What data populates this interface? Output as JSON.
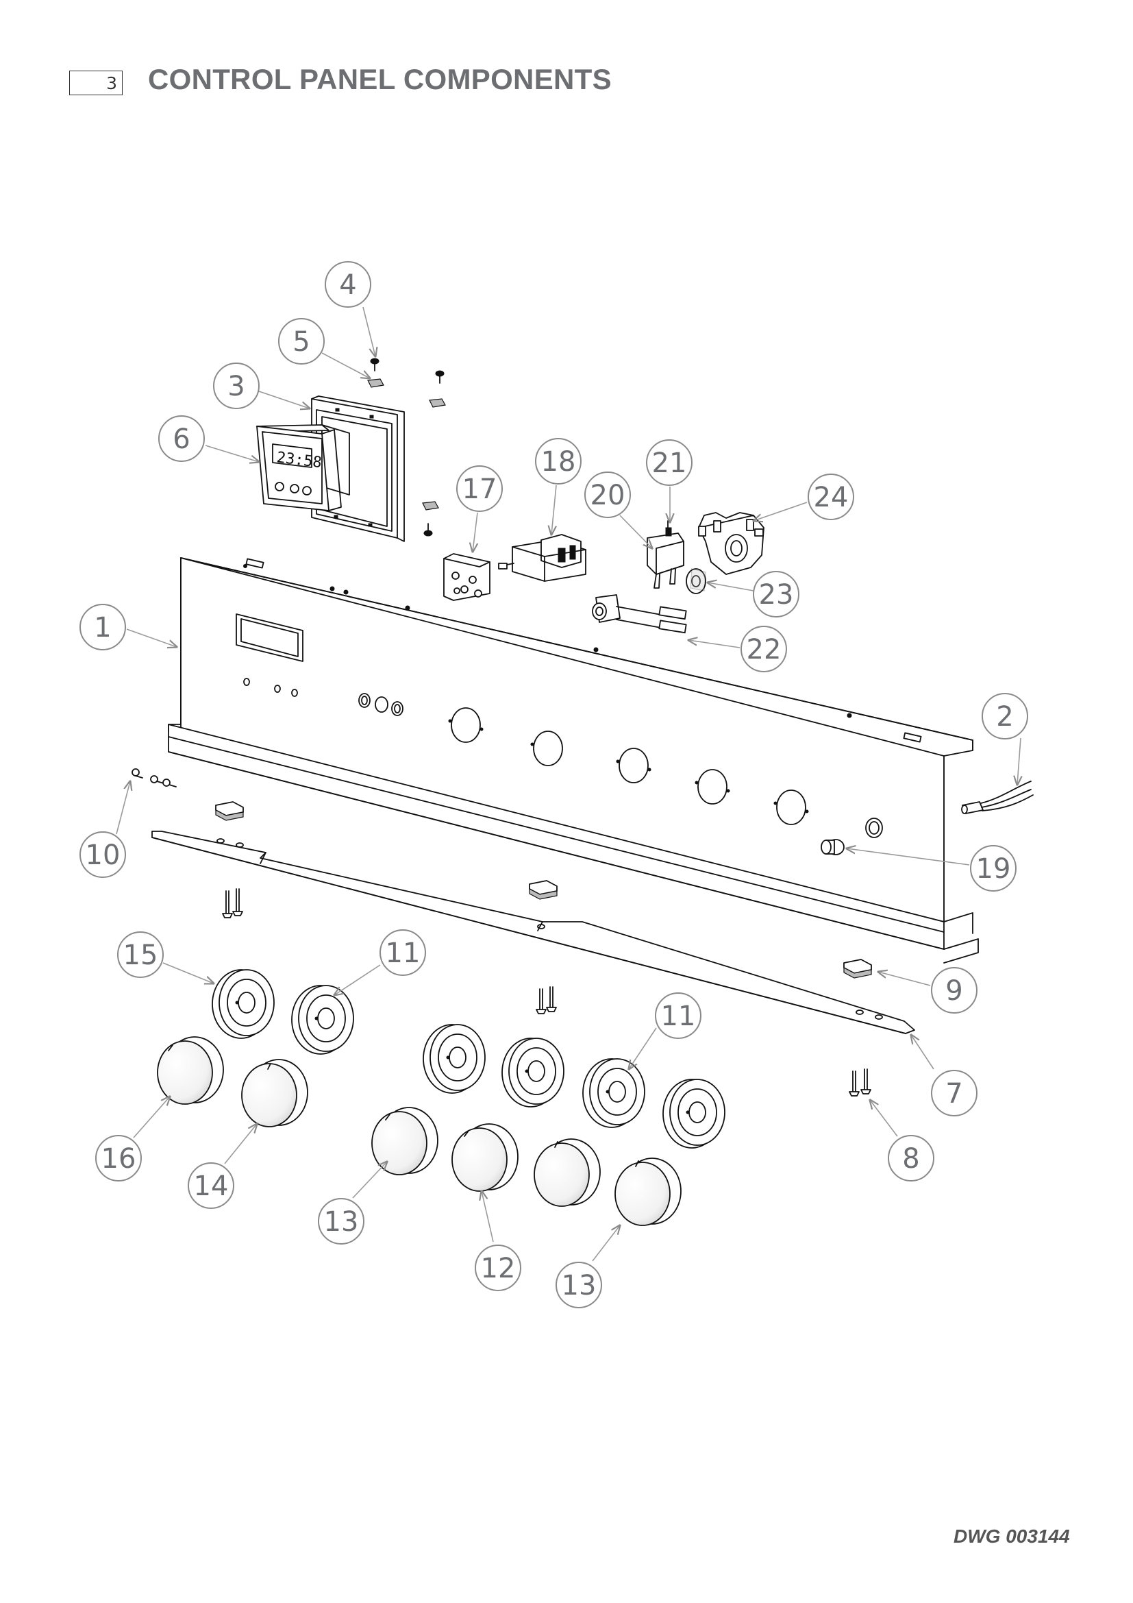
{
  "header": {
    "section_number": "3",
    "title": "CONTROL PANEL COMPONENTS"
  },
  "drawing": {
    "clock_display": "23:58",
    "callouts": [
      {
        "label": "1"
      },
      {
        "label": "2"
      },
      {
        "label": "3"
      },
      {
        "label": "4"
      },
      {
        "label": "5"
      },
      {
        "label": "6"
      },
      {
        "label": "7"
      },
      {
        "label": "8"
      },
      {
        "label": "9"
      },
      {
        "label": "10"
      },
      {
        "label": "11"
      },
      {
        "label": "11"
      },
      {
        "label": "12"
      },
      {
        "label": "13"
      },
      {
        "label": "13"
      },
      {
        "label": "14"
      },
      {
        "label": "15"
      },
      {
        "label": "16"
      },
      {
        "label": "17"
      },
      {
        "label": "18"
      },
      {
        "label": "19"
      },
      {
        "label": "20"
      },
      {
        "label": "21"
      },
      {
        "label": "22"
      },
      {
        "label": "23"
      },
      {
        "label": "24"
      }
    ]
  },
  "footer": {
    "drawing_number": "DWG 003144"
  },
  "colors": {
    "callout_text": "#6d6e71",
    "callout_stroke": "#8a8a8a",
    "line": "#111111"
  }
}
